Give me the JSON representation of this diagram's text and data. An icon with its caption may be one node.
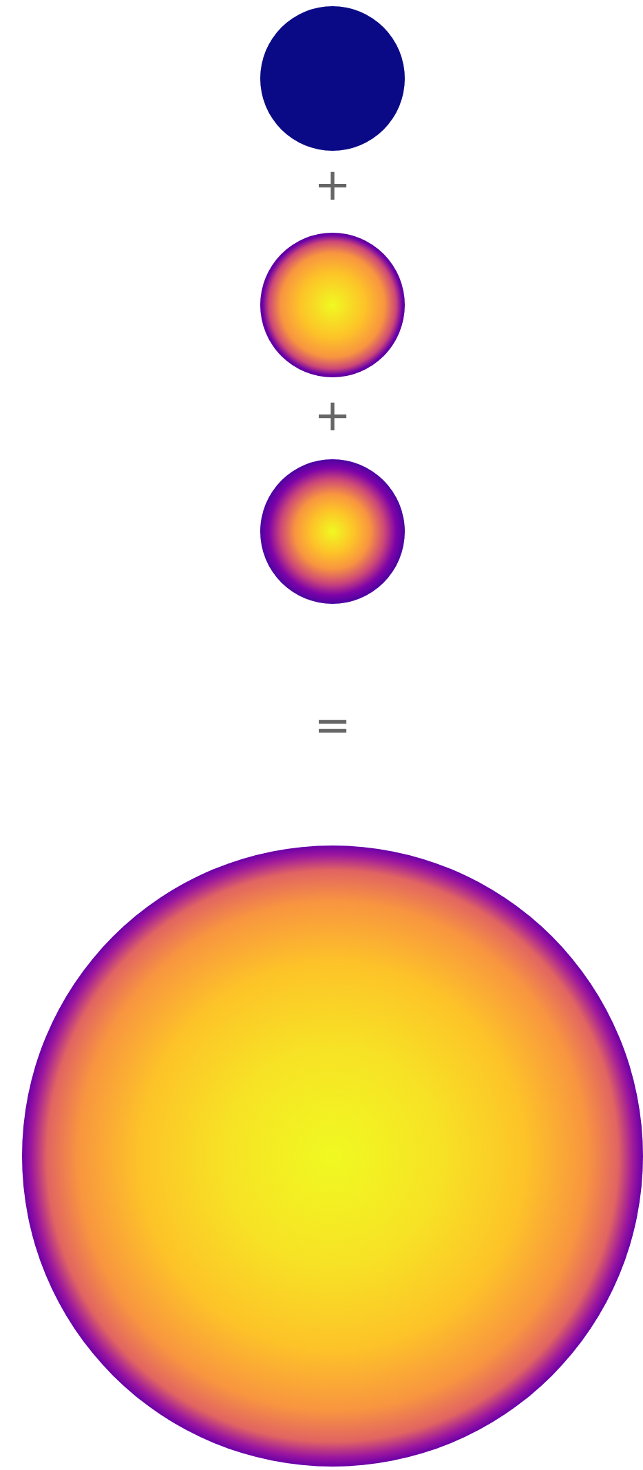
{
  "diagram": {
    "nodes": [
      {
        "text": [],
        "shape": "circle"
      },
      {
        "text": [],
        "shape": "circle"
      },
      {
        "text": [],
        "shape": "circle"
      },
      {
        "text": [],
        "shape": "circle"
      }
    ],
    "labels": [
      "+",
      "+",
      "="
    ]
  }
}
